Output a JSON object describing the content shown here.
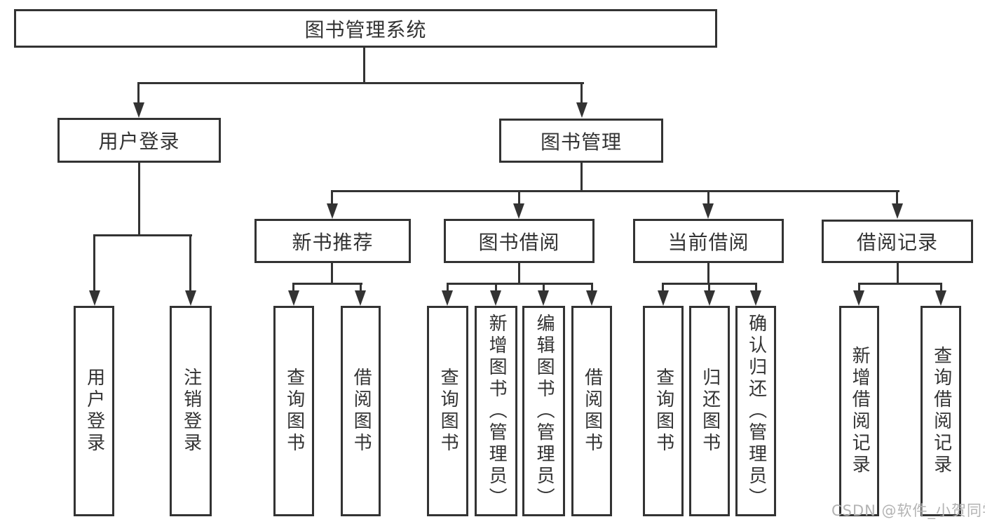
{
  "nodes": {
    "root": "图书管理系统",
    "userLogin": "用户登录",
    "bookMgmt": "图书管理",
    "userLoginLeaf": "用户登录",
    "logoutLeaf": "注销登录",
    "newBookRec": "新书推荐",
    "queryBook1": "查询图书",
    "borrowBook1": "借阅图书",
    "bookBorrow": "图书借阅",
    "queryBook2": "查询图书",
    "addBook": "新增图书（管理员）",
    "editBook": "编辑图书（管理员）",
    "borrowBook2": "借阅图书",
    "currentBorrow": "当前借阅",
    "queryBook3": "查询图书",
    "returnBook": "归还图书",
    "confirmReturn": "确认归还（管理员）",
    "borrowRecords": "借阅记录",
    "addRecord": "新增借阅记录",
    "queryRecord": "查询借阅记录"
  },
  "watermark": "CSDN @软件_小贺同学",
  "colors": {
    "line": "#333333",
    "box_background": "#ffffff",
    "watermark": "#b3b3b3"
  },
  "hierarchy": {
    "label": "图书管理系统",
    "children": [
      {
        "label": "用户登录",
        "children": [
          {
            "label": "用户登录"
          },
          {
            "label": "注销登录"
          }
        ]
      },
      {
        "label": "图书管理",
        "children": [
          {
            "label": "新书推荐",
            "children": [
              {
                "label": "查询图书"
              },
              {
                "label": "借阅图书"
              }
            ]
          },
          {
            "label": "图书借阅",
            "children": [
              {
                "label": "查询图书"
              },
              {
                "label": "新增图书（管理员）"
              },
              {
                "label": "编辑图书（管理员）"
              },
              {
                "label": "借阅图书"
              }
            ]
          },
          {
            "label": "当前借阅",
            "children": [
              {
                "label": "查询图书"
              },
              {
                "label": "归还图书"
              },
              {
                "label": "确认归还（管理员）"
              }
            ]
          },
          {
            "label": "借阅记录",
            "children": [
              {
                "label": "新增借阅记录"
              },
              {
                "label": "查询借阅记录"
              }
            ]
          }
        ]
      }
    ]
  }
}
